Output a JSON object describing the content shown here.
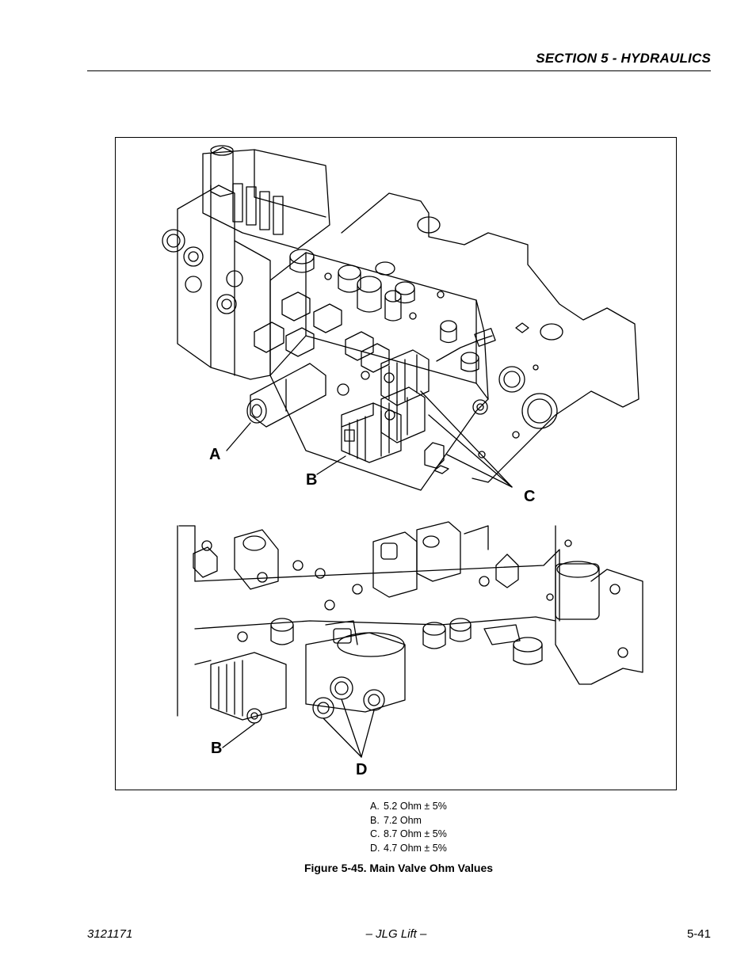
{
  "header": {
    "section_title": "SECTION 5 - HYDRAULICS"
  },
  "figure": {
    "callouts": {
      "a_top": "A",
      "b_top": "B",
      "c_top": "C",
      "b_bottom": "B",
      "d_bottom": "D"
    },
    "legend": [
      {
        "key": "A.",
        "value": "5.2 Ohm ± 5%"
      },
      {
        "key": "B.",
        "value": "7.2 Ohm"
      },
      {
        "key": "C.",
        "value": "8.7 Ohm ± 5%"
      },
      {
        "key": "D.",
        "value": "4.7 Ohm ± 5%"
      }
    ],
    "caption": "Figure 5-45.  Main Valve Ohm Values"
  },
  "footer": {
    "doc_number": "3121171",
    "center": "– JLG Lift –",
    "page_number": "5-41"
  }
}
